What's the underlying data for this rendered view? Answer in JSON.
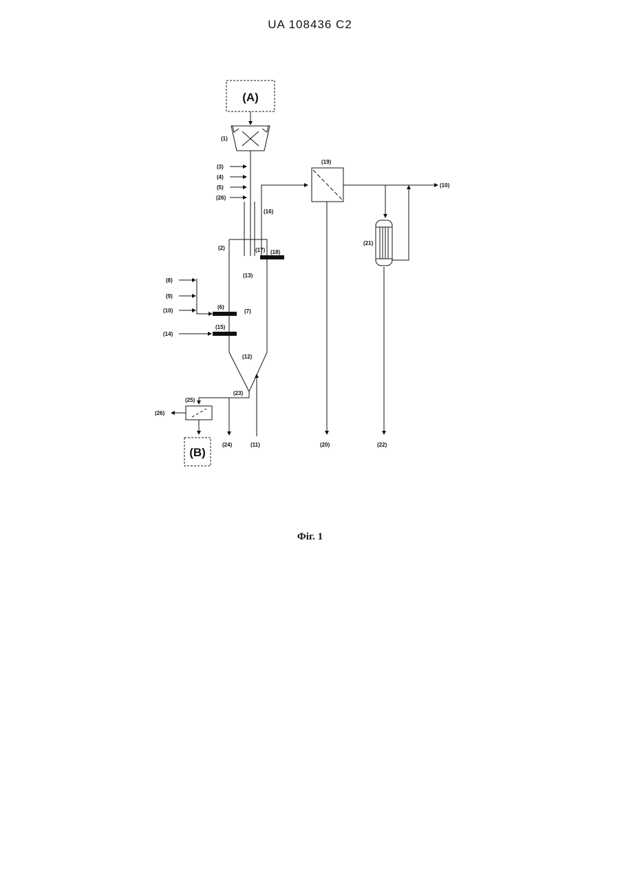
{
  "header": {
    "text": "UA   108436   C2"
  },
  "caption": {
    "text": "Фіг. 1"
  },
  "boxes": {
    "A": "(A)",
    "B": "(B)"
  },
  "labels": {
    "l1": "(1)",
    "l2": "(2)",
    "l3": "(3)",
    "l4": "(4)",
    "l5": "(5)",
    "l26a": "(26)",
    "l16": "(16)",
    "l17": "(17)",
    "l18": "(18)",
    "l19": "(19)",
    "l10a": "(10)",
    "l21": "(21)",
    "l13": "(13)",
    "l8": "(8)",
    "l9": "(9)",
    "l10b": "(10)",
    "l6": "(6)",
    "l7": "(7)",
    "l14": "(14)",
    "l15": "(15)",
    "l12": "(12)",
    "l25": "(25)",
    "l23": "(23)",
    "l26b": "(26)",
    "l24": "(24)",
    "l11": "(11)",
    "l20": "(20)",
    "l22": "(22)"
  }
}
